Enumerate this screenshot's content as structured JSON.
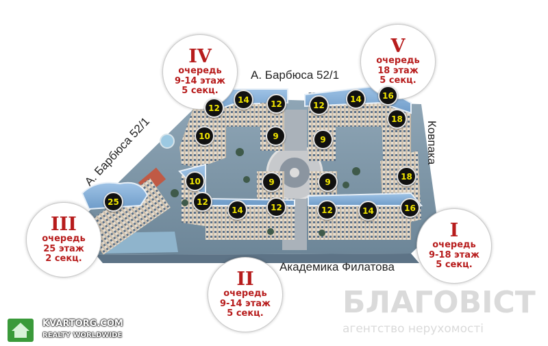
{
  "streets": {
    "barbusa_top": "А. Барбюса 52/1",
    "barbusa_diag": "А. Барбюса 52/1",
    "kovpaka": "Ковпака",
    "filatova": "Академика Филатова"
  },
  "queues": [
    {
      "roman": "IV",
      "lines": [
        "очередь",
        "9-14 этаж",
        "5 секц."
      ]
    },
    {
      "roman": "V",
      "lines": [
        "очередь",
        "18 этаж",
        "5 секц."
      ]
    },
    {
      "roman": "III",
      "lines": [
        "очередь",
        "25 этаж",
        "2 секц."
      ]
    },
    {
      "roman": "II",
      "lines": [
        "очередь",
        "9-14 этаж",
        "5 секц."
      ]
    },
    {
      "roman": "I",
      "lines": [
        "очередь",
        "9-18 этаж",
        "5 секц."
      ]
    }
  ],
  "badges": [
    "12",
    "14",
    "12",
    "12",
    "14",
    "16",
    "10",
    "9",
    "9",
    "18",
    "10",
    "9",
    "9",
    "18",
    "25",
    "12",
    "14",
    "12",
    "12",
    "14",
    "16"
  ],
  "watermark_left": {
    "site": "KVARTORG.COM",
    "tagline": "REALTY WORLDWIDE"
  },
  "watermark_right": {
    "brand": "БЛАГОВІСТ",
    "tagline": "агентство нерухомості"
  },
  "colors": {
    "queue_text": "#b71c1c",
    "badge_text": "#f2e600",
    "badge_fill": "#111111"
  }
}
